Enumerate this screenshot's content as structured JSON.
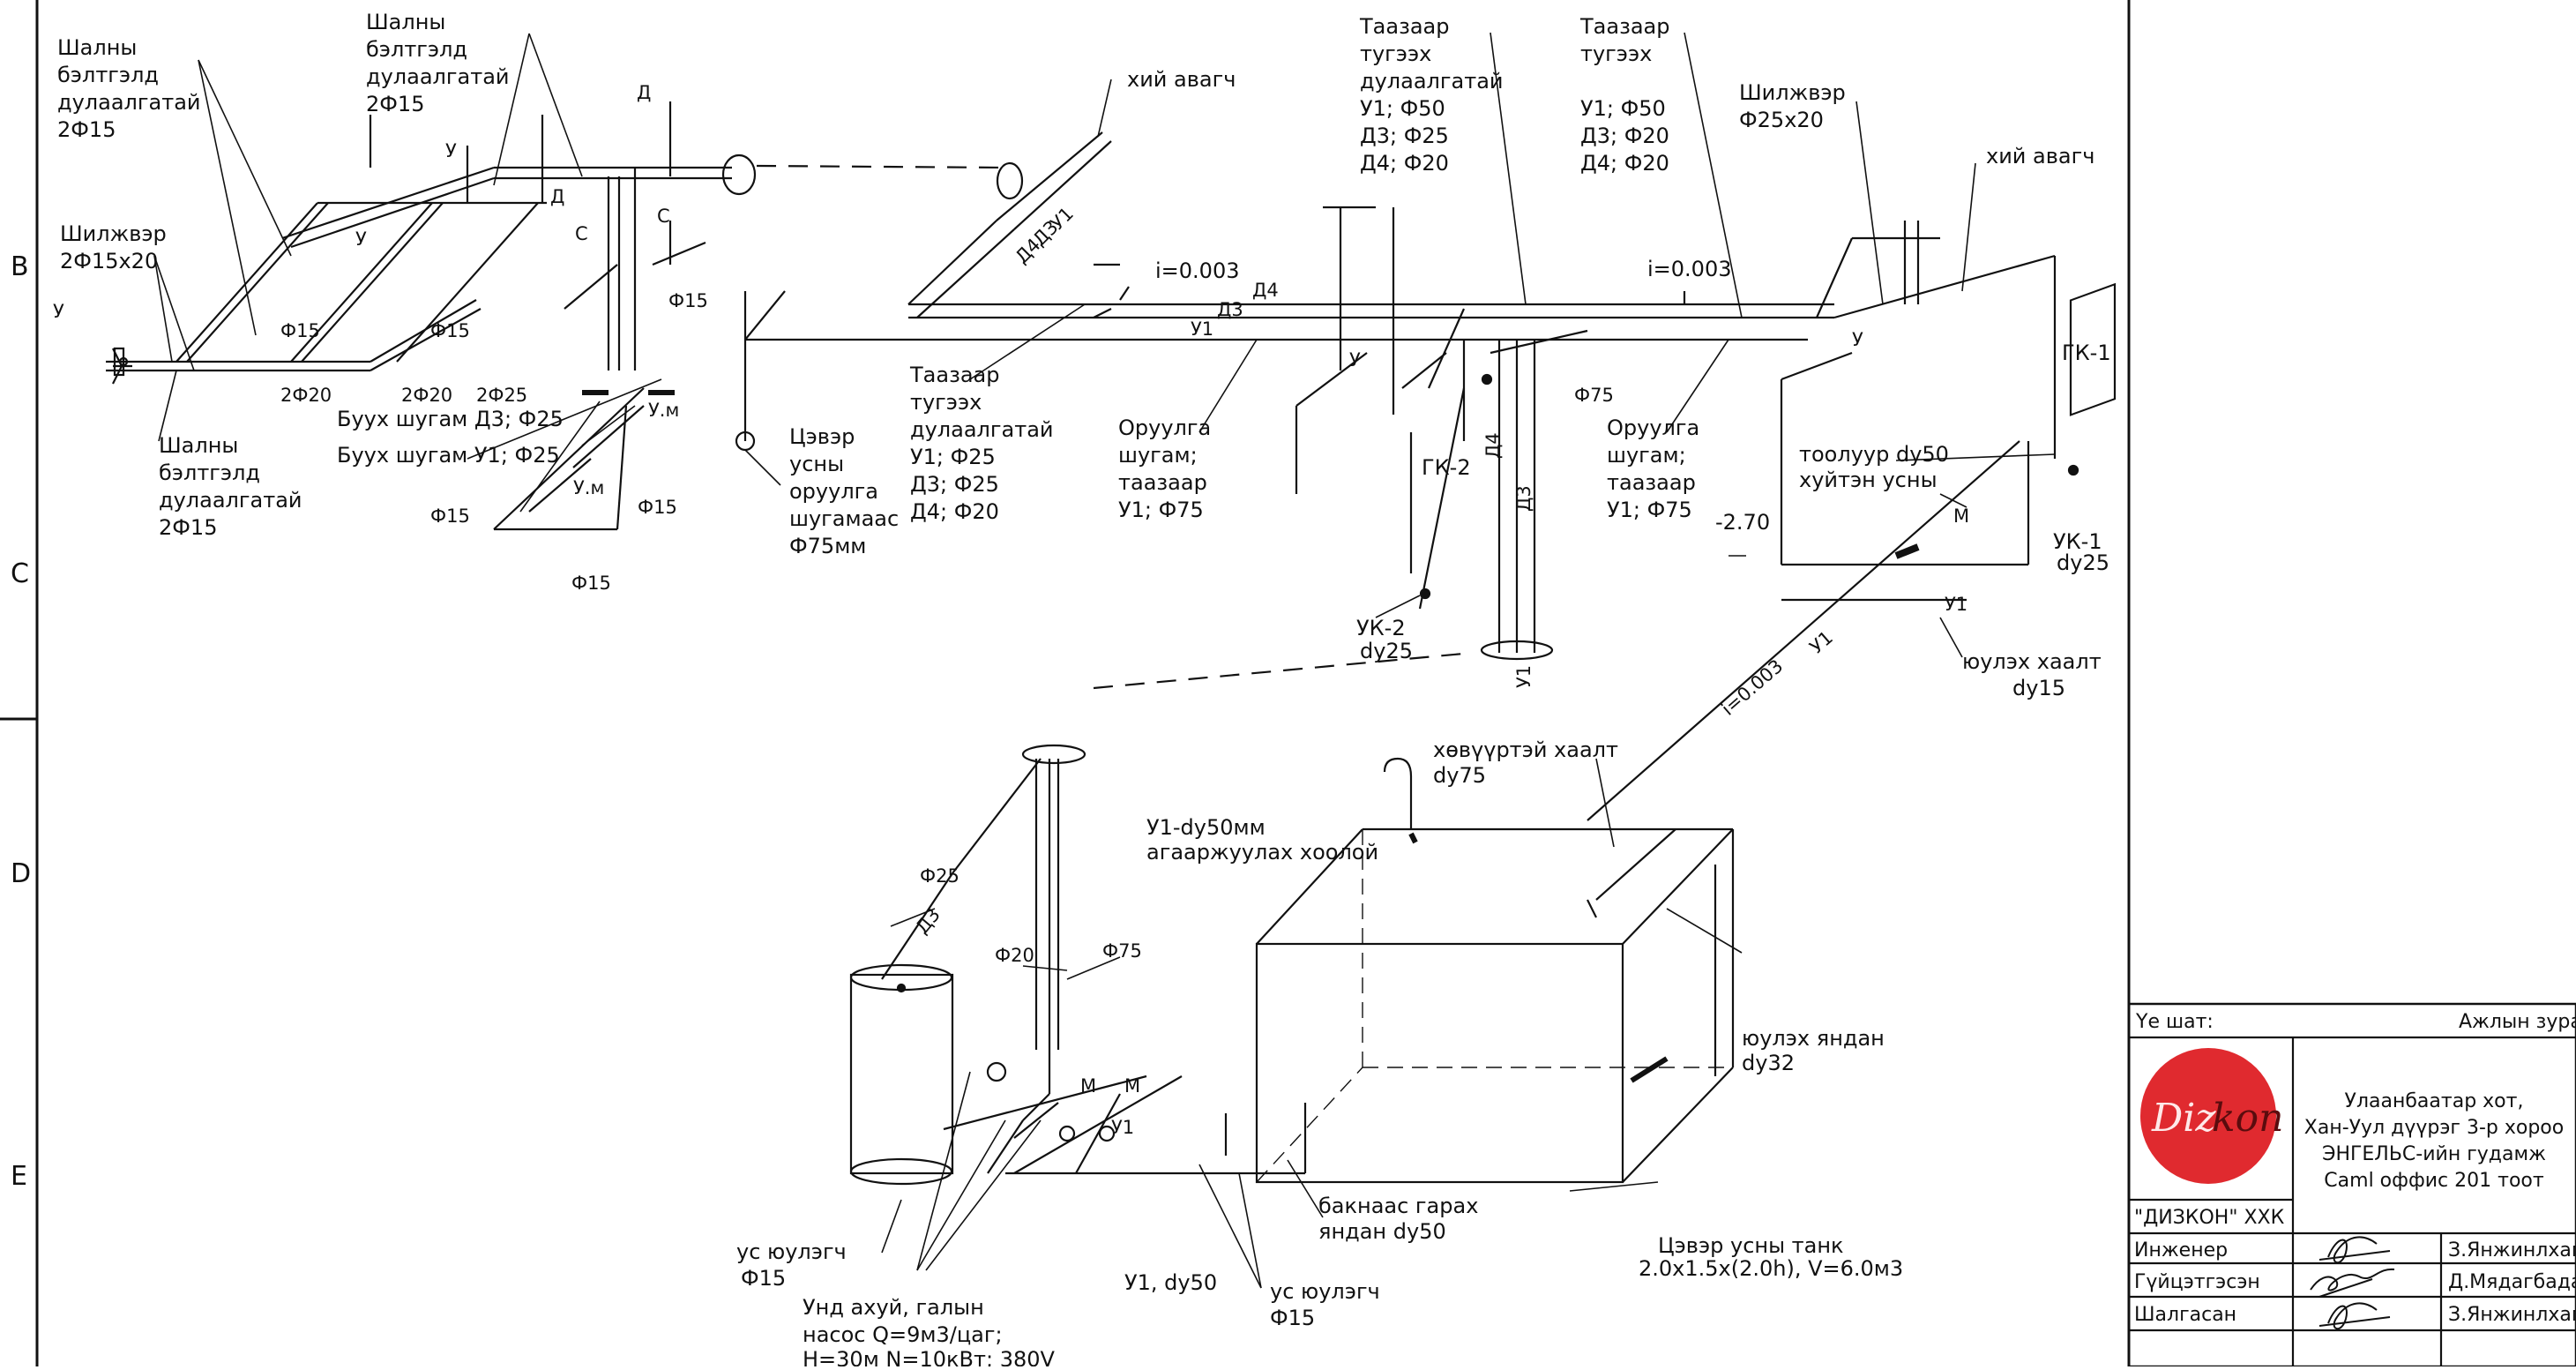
{
  "border_letters": [
    "B",
    "C",
    "D",
    "E"
  ],
  "labels": {
    "shalny_tl": [
      "Шалны",
      "бэлтгэлд",
      "дулаалгатай",
      "2Ф15"
    ],
    "shalny_tm": [
      "Шалны",
      "бэлтгэлд",
      "дулаалгатай",
      "2Ф15"
    ],
    "shalny_bl": [
      "Шалны",
      "бэлтгэлд",
      "дулаалгатай",
      "2Ф15"
    ],
    "shiljver_l": [
      "Шилжвэр",
      "2Ф15х20"
    ],
    "shiljver_r": [
      "Шилжвэр",
      "Ф25х20"
    ],
    "khii_avagch_1": "хий авагч",
    "khii_avagch_2": "хий авагч",
    "taazaar_1": [
      "Таазаар",
      "тугээх",
      "дулаалгатай",
      "У1; Ф50",
      "Д3; Ф25",
      "Д4; Ф20"
    ],
    "taazaar_2": [
      "Таазаар",
      "тугээх",
      "У1; Ф50",
      "Д3; Ф20",
      "Д4; Ф20"
    ],
    "taazaar_3": [
      "Таазаар",
      "тугээх",
      "дулаалгатай",
      "У1; Ф25",
      "Д3; Ф25",
      "Д4; Ф20"
    ],
    "oruulga_1": [
      "Оруулга",
      "шугам;",
      "таазаар",
      "У1; Ф75"
    ],
    "oruulga_2": [
      "Оруулга",
      "шугам;",
      "таазаар",
      "У1; Ф75"
    ],
    "tsever_oruulga": [
      "Цэвэр",
      "усны",
      "оруулга",
      "шугамаас",
      "Ф75мм"
    ],
    "buukh_1": "Буух шугам Д3; Ф25",
    "buukh_2": "Буух шугам У1; Ф25",
    "tooluur": [
      "тоолуур dy50",
      "хуйтэн усны"
    ],
    "elev": "-2.70",
    "slope_1": "i=0.003",
    "slope_2": "i=0.003",
    "slope_3": "i=0.003",
    "uk1": [
      "УК-1",
      "dy25"
    ],
    "uk2": [
      "УК-2",
      "dy25"
    ],
    "gk1": "ГК-1",
    "gk2": "ГК-2",
    "yulekh_khaalt": [
      "юулэх хаалт",
      "dy15"
    ],
    "khovuurtei": [
      "хөвүүртэй хаалт",
      "dy75"
    ],
    "agaar": [
      "У1-dy50мм",
      "агааржуулах хоолой"
    ],
    "yulekh_yandan": [
      "юулэх яндан",
      "dy32"
    ],
    "baknaas": [
      "бакнаас гарах",
      "яндан dy50"
    ],
    "tsever_tank": [
      "Цэвэр усны танк",
      "2.0х1.5х(2.0h), V=6.0м3"
    ],
    "us_yulegch_1": [
      "ус юулэгч",
      "Ф15"
    ],
    "us_yulegch_2": [
      "ус юулэгч",
      "Ф15"
    ],
    "pump": [
      "Унд ахуй, галын",
      "насос Q=9м3/цаг;",
      "H=30м N=10кВт; 380V"
    ],
    "u1_dy50": "У1, dy50",
    "dims": {
      "f15_a": "Ф15",
      "f15_b": "Ф15",
      "f15_c": "Ф15",
      "f15_d": "Ф15",
      "f15_e": "Ф15",
      "f15_f": "Ф15",
      "2f20_a": "2Ф20",
      "2f20_b": "2Ф20",
      "2f25": "2Ф25",
      "f75_a": "Ф75",
      "f75_b": "Ф75",
      "f25": "Ф25",
      "f20": "Ф20"
    },
    "pipe_tags": {
      "d4": "Д4",
      "d3": "Д3",
      "u1": "У1",
      "u": "У",
      "d": "Д",
      "s": "С",
      "m": "М",
      "um": "У.м"
    }
  },
  "title_block": {
    "ye_sham": "Үе шат:",
    "ajlyn_zurag": "Ажлын зураг",
    "logo_a": "Diz",
    "logo_b": "kon",
    "company": "\"ДИЗКОН\" ХХК",
    "address": [
      "Улаанбаатар хот,",
      "Хан-Уул дүүрэг 3-р хороо",
      "ЭНГЕЛЬС-ийн гудамж",
      "Caml оффис 201 тоот"
    ],
    "roles": [
      {
        "role": "Инженер",
        "name": "З.Янжинлхам"
      },
      {
        "role": "Гүйцэтгэсэн",
        "name": "Д.Мядагбадам"
      },
      {
        "role": "Шалгасан",
        "name": "З.Янжинлхам"
      }
    ],
    "logo_color": "#e02a2f"
  }
}
